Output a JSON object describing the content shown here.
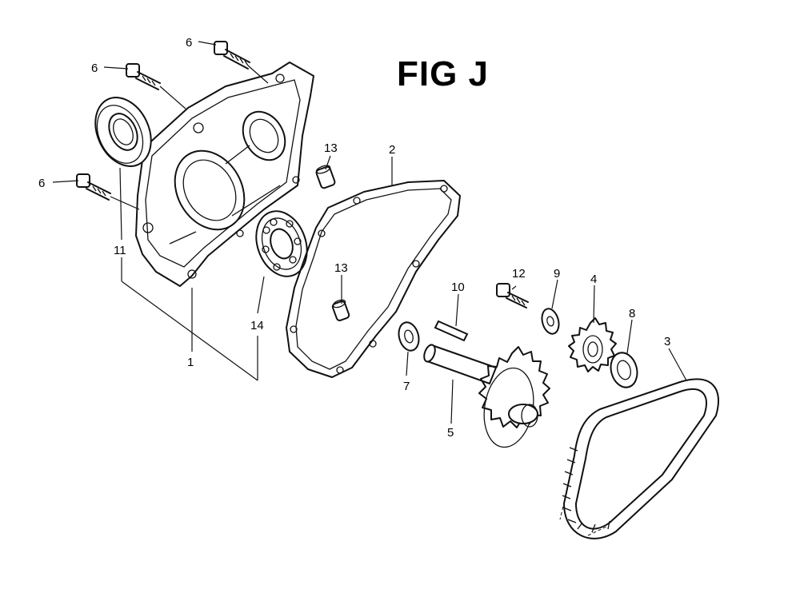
{
  "figure": {
    "title": "FIG J"
  },
  "callouts": {
    "c1": "1",
    "c2": "2",
    "c3": "3",
    "c4": "4",
    "c5": "5",
    "c6a": "6",
    "c6b": "6",
    "c6c": "6",
    "c7": "7",
    "c8": "8",
    "c9": "9",
    "c10": "10",
    "c11": "11",
    "c12": "12",
    "c13a": "13",
    "c13b": "13",
    "c14": "14"
  }
}
